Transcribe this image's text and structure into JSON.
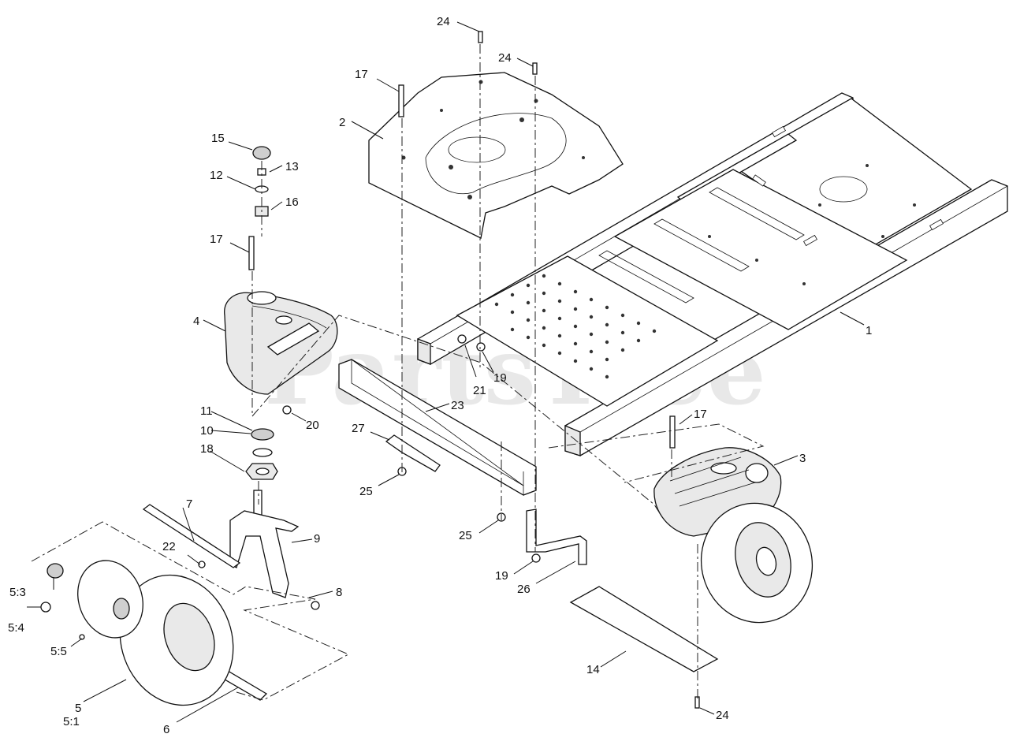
{
  "watermark": {
    "text": "PartsTree",
    "mark": "TM"
  },
  "callouts": [
    {
      "id": "c1",
      "text": "1"
    },
    {
      "id": "c2",
      "text": "2"
    },
    {
      "id": "c3",
      "text": "3"
    },
    {
      "id": "c4",
      "text": "4"
    },
    {
      "id": "c5",
      "text": "5"
    },
    {
      "id": "c5_1",
      "text": "5:1"
    },
    {
      "id": "c5_3",
      "text": "5:3"
    },
    {
      "id": "c5_4",
      "text": "5:4"
    },
    {
      "id": "c5_5",
      "text": "5:5"
    },
    {
      "id": "c6",
      "text": "6"
    },
    {
      "id": "c7",
      "text": "7"
    },
    {
      "id": "c8",
      "text": "8"
    },
    {
      "id": "c9",
      "text": "9"
    },
    {
      "id": "c10",
      "text": "10"
    },
    {
      "id": "c11",
      "text": "11"
    },
    {
      "id": "c12",
      "text": "12"
    },
    {
      "id": "c13",
      "text": "13"
    },
    {
      "id": "c14",
      "text": "14"
    },
    {
      "id": "c15",
      "text": "15"
    },
    {
      "id": "c16",
      "text": "16"
    },
    {
      "id": "c17a",
      "text": "17"
    },
    {
      "id": "c17b",
      "text": "17"
    },
    {
      "id": "c17c",
      "text": "17"
    },
    {
      "id": "c18",
      "text": "18"
    },
    {
      "id": "c19a",
      "text": "19"
    },
    {
      "id": "c19b",
      "text": "19"
    },
    {
      "id": "c20",
      "text": "20"
    },
    {
      "id": "c21",
      "text": "21"
    },
    {
      "id": "c22",
      "text": "22"
    },
    {
      "id": "c23",
      "text": "23"
    },
    {
      "id": "c24a",
      "text": "24"
    },
    {
      "id": "c24b",
      "text": "24"
    },
    {
      "id": "c24c",
      "text": "24"
    },
    {
      "id": "c25a",
      "text": "25"
    },
    {
      "id": "c25b",
      "text": "25"
    },
    {
      "id": "c26",
      "text": "26"
    },
    {
      "id": "c27",
      "text": "27"
    }
  ]
}
